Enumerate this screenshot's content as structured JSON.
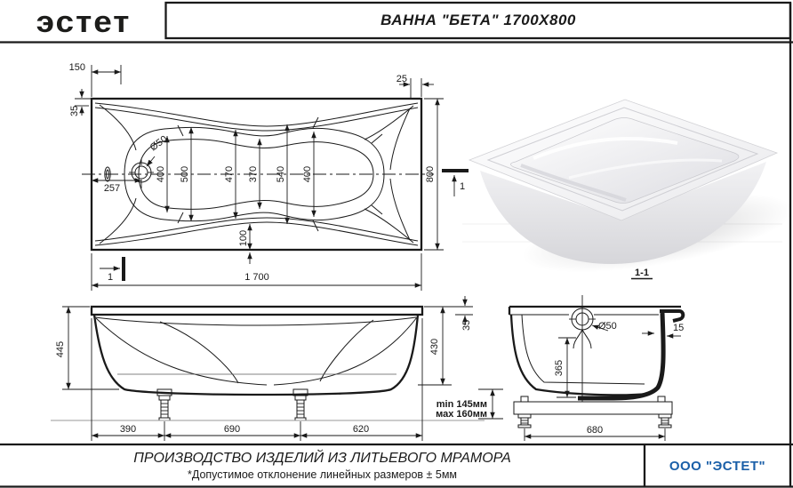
{
  "header": {
    "logo": "эстет",
    "title": "ВАННА \"БЕТА\" 1700X800"
  },
  "footer": {
    "production": "ПРОИЗВОДСТВО ИЗДЕЛИЙ ИЗ ЛИТЬЕВОГО МРАМОРА",
    "tolerance": "*Допустимое отклонение линейных размеров  ± 5мм",
    "company": "ООО \"ЭСТЕТ\""
  },
  "colors": {
    "line": "#1a1a1a",
    "accent_blue": "#1a5fa8"
  },
  "top_view": {
    "dims": {
      "ledge_left": "150",
      "rim_left": "35",
      "rim_right": "25",
      "length": "1 700",
      "width": "800",
      "drain_offset": "257",
      "drain": "Ø50",
      "w1": "400",
      "w2": "500",
      "w3": "470",
      "w4": "370",
      "w5": "540",
      "w6": "400",
      "waist_gap": "100"
    },
    "section_mark_left": "1",
    "section_mark_right": "1"
  },
  "side_view": {
    "dims": {
      "height": "445",
      "rim_to_frame": "430",
      "rim_thickness": "35",
      "foot_left": "390",
      "feet_span": "690",
      "foot_right": "620",
      "adjust_min": "min 145мм",
      "adjust_max": "мах 160мм"
    }
  },
  "section_view": {
    "label": "1-1",
    "dims": {
      "drain": "Ø50",
      "wall": "15",
      "depth": "365",
      "base": "680"
    }
  }
}
